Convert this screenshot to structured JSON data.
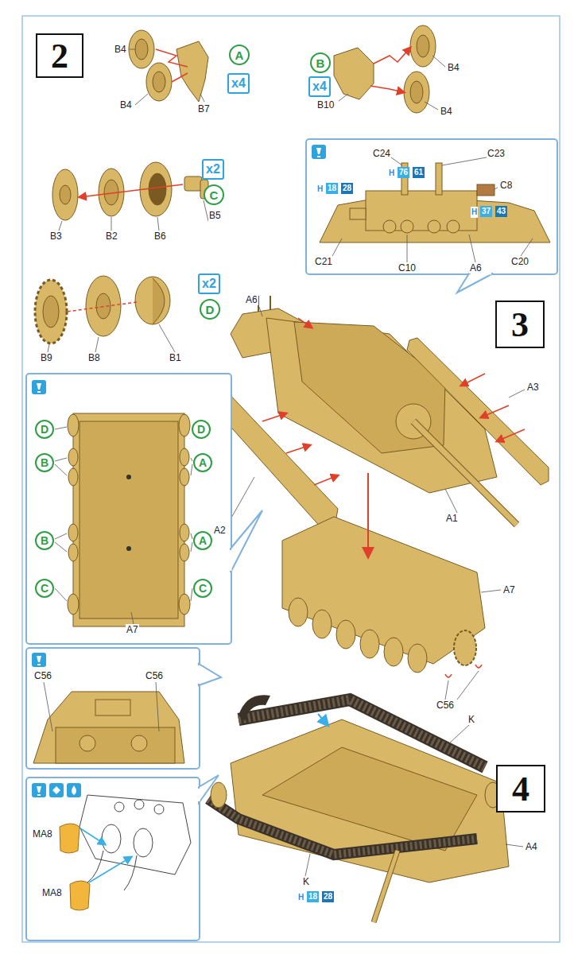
{
  "diagram": {
    "nodes": [
      {
        "text": [
          "2"
        ]
      },
      {
        "text": [
          "A"
        ]
      },
      {
        "text": [
          "x4"
        ]
      },
      {
        "text": [
          "B"
        ]
      },
      {
        "text": [
          "x4"
        ]
      },
      {
        "text": [
          "x2"
        ]
      },
      {
        "text": [
          "C"
        ]
      },
      {
        "text": [
          "x2"
        ]
      },
      {
        "text": [
          "D"
        ]
      },
      {
        "text": [
          "3"
        ]
      },
      {
        "text": [
          "D"
        ]
      },
      {
        "text": [
          "D"
        ]
      },
      {
        "text": [
          "B"
        ]
      },
      {
        "text": [
          "A"
        ]
      },
      {
        "text": [
          "B"
        ]
      },
      {
        "text": [
          "A"
        ]
      },
      {
        "text": [
          "C"
        ]
      },
      {
        "text": [
          "C"
        ]
      },
      {
        "text": [
          "4"
        ]
      }
    ],
    "labels": [
      "B4",
      "B4",
      "B7",
      "B10",
      "B4",
      "B4",
      "B3",
      "B2",
      "B6",
      "B5",
      "C24",
      "H",
      "76",
      "61",
      "C23",
      "H",
      "18",
      "28",
      "C8",
      "H",
      "37",
      "43",
      "C21",
      "C20",
      "C10",
      "A6",
      "B9",
      "B8",
      "B1",
      "A6",
      "A3",
      "A2",
      "A1",
      "A7",
      "A7",
      "C56",
      "C56",
      "C56",
      "K",
      "A4",
      "K",
      "H",
      "18",
      "28",
      "MA8",
      "MA8"
    ]
  }
}
